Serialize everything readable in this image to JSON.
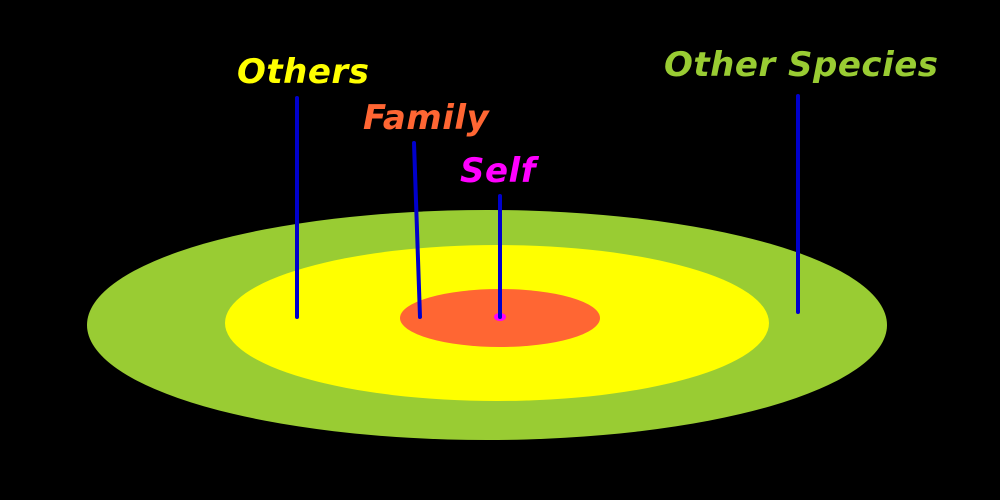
{
  "diagram": {
    "background": "#000000",
    "pointer_color": "#0000cc",
    "rings": [
      {
        "name": "Other Species",
        "color": "#99cc33"
      },
      {
        "name": "Others",
        "color": "#ffff00"
      },
      {
        "name": "Family",
        "color": "#ff6633"
      },
      {
        "name": "Self",
        "color": "#ff00ff"
      }
    ],
    "labels": {
      "others": {
        "text": "Others",
        "color": "#ffff00"
      },
      "family": {
        "text": "Family",
        "color": "#ff6633"
      },
      "self": {
        "text": "Self",
        "color": "#ff00ff"
      },
      "other_species": {
        "text": "Other Species",
        "color": "#99cc33"
      }
    }
  }
}
